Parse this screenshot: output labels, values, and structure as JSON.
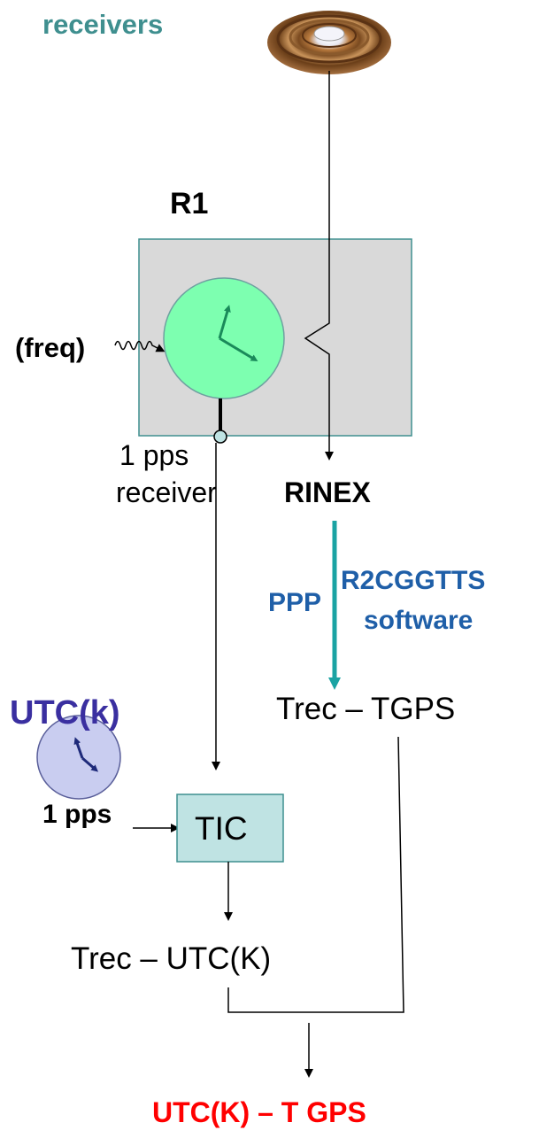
{
  "labels": {
    "receivers": "receivers",
    "r1": "R1",
    "freq": "(freq)",
    "pps_receiver_1": "1 pps",
    "pps_receiver_2": "receiver",
    "rinex": "RINEX",
    "ppp": "PPP",
    "r2cggtts_1": "R2CGGTTS",
    "r2cggtts_2": "software",
    "utck": "UTC(k)",
    "trec_tgps": "Trec – TGPS",
    "one_pps": "1 pps",
    "tic": "TIC",
    "trec_utck": "Trec – UTC(K)",
    "result": "UTC(K) – T GPS"
  },
  "colors": {
    "teal_text": "#3f8f8f",
    "blue_text": "#1f5fa8",
    "purple_text": "#3a2fa0",
    "red_text": "#ff0000",
    "receiver_box": "#d9d9d9",
    "box_border": "#3f8f8f",
    "clock_green": "#7dffb0",
    "tic_fill": "#bfe3e3",
    "ppp_arrow": "#1aa3a3"
  },
  "icons": [
    "antenna-icon",
    "clock-icon",
    "utc-clock-icon",
    "squiggle-signal-icon"
  ]
}
